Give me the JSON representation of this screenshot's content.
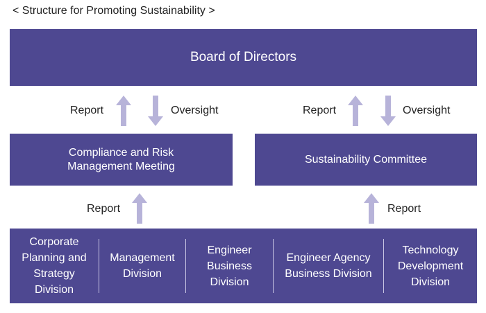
{
  "title": "< Structure for Promoting Sustainability >",
  "board": "Board of Directors",
  "crm": "Compliance and Risk\nManagement Meeting",
  "sustainability": "Sustainability Committee",
  "labels": {
    "report": "Report",
    "oversight": "Oversight"
  },
  "divisions": [
    "Corporate\nPlanning and\nStrategy\nDivision",
    "Management\nDivision",
    "Engineer\nBusiness\nDivision",
    "Engineer Agency\nBusiness Division",
    "Technology\nDevelopment\nDivision"
  ],
  "colors": {
    "box": "#4e4891",
    "arrow": "#b7b3d9"
  }
}
